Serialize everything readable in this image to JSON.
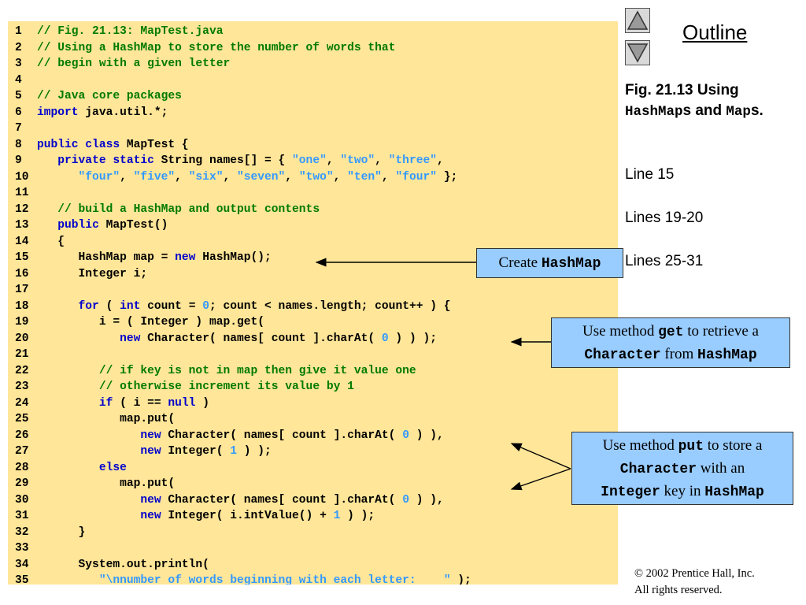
{
  "code": {
    "lines": [
      {
        "n": "1",
        "t": [
          [
            "cm",
            "// Fig. 21.13: MapTest.java"
          ]
        ]
      },
      {
        "n": "2",
        "t": [
          [
            "cm",
            "// Using a HashMap to store the number of words that"
          ]
        ]
      },
      {
        "n": "3",
        "t": [
          [
            "cm",
            "// begin with a given letter"
          ]
        ]
      },
      {
        "n": "4",
        "t": []
      },
      {
        "n": "5",
        "t": [
          [
            "cm",
            "// Java core packages"
          ]
        ]
      },
      {
        "n": "6",
        "t": [
          [
            "kw",
            "import"
          ],
          [
            "plain",
            " java.util.*;"
          ]
        ]
      },
      {
        "n": "7",
        "t": []
      },
      {
        "n": "8",
        "t": [
          [
            "kw",
            "public class"
          ],
          [
            "plain",
            " MapTest {"
          ]
        ]
      },
      {
        "n": "9",
        "t": [
          [
            "plain",
            "   "
          ],
          [
            "kw",
            "private static"
          ],
          [
            "plain",
            " String names[] = { "
          ],
          [
            "str",
            "\"one\""
          ],
          [
            "plain",
            ", "
          ],
          [
            "str",
            "\"two\""
          ],
          [
            "plain",
            ", "
          ],
          [
            "str",
            "\"three\""
          ],
          [
            "plain",
            ","
          ]
        ]
      },
      {
        "n": "10",
        "t": [
          [
            "plain",
            "      "
          ],
          [
            "str",
            "\"four\""
          ],
          [
            "plain",
            ", "
          ],
          [
            "str",
            "\"five\""
          ],
          [
            "plain",
            ", "
          ],
          [
            "str",
            "\"six\""
          ],
          [
            "plain",
            ", "
          ],
          [
            "str",
            "\"seven\""
          ],
          [
            "plain",
            ", "
          ],
          [
            "str",
            "\"two\""
          ],
          [
            "plain",
            ", "
          ],
          [
            "str",
            "\"ten\""
          ],
          [
            "plain",
            ", "
          ],
          [
            "str",
            "\"four\""
          ],
          [
            "plain",
            " };"
          ]
        ]
      },
      {
        "n": "11",
        "t": []
      },
      {
        "n": "12",
        "t": [
          [
            "plain",
            "   "
          ],
          [
            "cm",
            "// build a HashMap and output contents"
          ]
        ]
      },
      {
        "n": "13",
        "t": [
          [
            "plain",
            "   "
          ],
          [
            "kw",
            "public"
          ],
          [
            "plain",
            " MapTest()"
          ]
        ]
      },
      {
        "n": "14",
        "t": [
          [
            "plain",
            "   {"
          ]
        ]
      },
      {
        "n": "15",
        "t": [
          [
            "plain",
            "      HashMap map = "
          ],
          [
            "kw",
            "new"
          ],
          [
            "plain",
            " HashMap();"
          ]
        ]
      },
      {
        "n": "16",
        "t": [
          [
            "plain",
            "      Integer i;"
          ]
        ]
      },
      {
        "n": "17",
        "t": []
      },
      {
        "n": "18",
        "t": [
          [
            "plain",
            "      "
          ],
          [
            "kw",
            "for"
          ],
          [
            "plain",
            " ( "
          ],
          [
            "kw",
            "int"
          ],
          [
            "plain",
            " count = "
          ],
          [
            "num",
            "0"
          ],
          [
            "plain",
            "; count < names.length; count++ ) {"
          ]
        ]
      },
      {
        "n": "19",
        "t": [
          [
            "plain",
            "         i = ( Integer ) map.get("
          ]
        ]
      },
      {
        "n": "20",
        "t": [
          [
            "plain",
            "            "
          ],
          [
            "kw",
            "new"
          ],
          [
            "plain",
            " Character( names[ count ].charAt( "
          ],
          [
            "num",
            "0"
          ],
          [
            "plain",
            " ) ) );"
          ]
        ]
      },
      {
        "n": "21",
        "t": []
      },
      {
        "n": "22",
        "t": [
          [
            "plain",
            "         "
          ],
          [
            "cm",
            "// if key is not in map then give it value one"
          ]
        ]
      },
      {
        "n": "23",
        "t": [
          [
            "plain",
            "         "
          ],
          [
            "cm",
            "// otherwise increment its value by 1"
          ]
        ]
      },
      {
        "n": "24",
        "t": [
          [
            "plain",
            "         "
          ],
          [
            "kw",
            "if"
          ],
          [
            "plain",
            " ( i == "
          ],
          [
            "kw",
            "null"
          ],
          [
            "plain",
            " )"
          ]
        ]
      },
      {
        "n": "25",
        "t": [
          [
            "plain",
            "            map.put("
          ]
        ]
      },
      {
        "n": "26",
        "t": [
          [
            "plain",
            "               "
          ],
          [
            "kw",
            "new"
          ],
          [
            "plain",
            " Character( names[ count ].charAt( "
          ],
          [
            "num",
            "0"
          ],
          [
            "plain",
            " ) ),"
          ]
        ]
      },
      {
        "n": "27",
        "t": [
          [
            "plain",
            "               "
          ],
          [
            "kw",
            "new"
          ],
          [
            "plain",
            " Integer( "
          ],
          [
            "num",
            "1"
          ],
          [
            "plain",
            " ) );"
          ]
        ]
      },
      {
        "n": "28",
        "t": [
          [
            "plain",
            "         "
          ],
          [
            "kw",
            "else"
          ]
        ]
      },
      {
        "n": "29",
        "t": [
          [
            "plain",
            "            map.put("
          ]
        ]
      },
      {
        "n": "30",
        "t": [
          [
            "plain",
            "               "
          ],
          [
            "kw",
            "new"
          ],
          [
            "plain",
            " Character( names[ count ].charAt( "
          ],
          [
            "num",
            "0"
          ],
          [
            "plain",
            " ) ),"
          ]
        ]
      },
      {
        "n": "31",
        "t": [
          [
            "plain",
            "               "
          ],
          [
            "kw",
            "new"
          ],
          [
            "plain",
            " Integer( i.intValue() + "
          ],
          [
            "num",
            "1"
          ],
          [
            "plain",
            " ) );"
          ]
        ]
      },
      {
        "n": "32",
        "t": [
          [
            "plain",
            "      }"
          ]
        ]
      },
      {
        "n": "33",
        "t": []
      },
      {
        "n": "34",
        "t": [
          [
            "plain",
            "      System.out.println("
          ]
        ]
      },
      {
        "n": "35",
        "t": [
          [
            "plain",
            "         "
          ],
          [
            "str",
            "\"\\nnumber of words beginning with each letter:    \""
          ],
          [
            "plain",
            " );"
          ]
        ]
      }
    ]
  },
  "nav": {
    "up_icon": "triangle-up-icon",
    "down_icon": "triangle-down-icon",
    "outline_label": "Outline"
  },
  "sidebar": {
    "title_prefix": "Fig. 21.13   Using ",
    "title_mono1": "HashMap",
    "title_mid": "s and ",
    "title_mono2": "Map",
    "title_suffix": "s.",
    "line_refs": [
      "Line 15",
      "Lines 19-20",
      "Lines 25-31"
    ]
  },
  "callouts": {
    "create": {
      "prefix": "Create ",
      "code": "HashMap"
    },
    "get": {
      "l1_prefix": "Use method ",
      "l1_code": "get",
      "l1_suffix": " to retrieve a",
      "l2_code": "Character",
      "l2_mid": " from ",
      "l2_code2": "HashMap"
    },
    "put": {
      "l1_prefix": "Use method ",
      "l1_code": "put",
      "l1_suffix": " to store a",
      "l2_code": "Character",
      "l2_suffix": " with an",
      "l3_code": "Integer",
      "l3_mid": " key in ",
      "l3_code2": "HashMap"
    }
  },
  "footer": {
    "copyright": "© 2002 Prentice Hall, Inc.",
    "rights": "All rights reserved."
  },
  "colors": {
    "code_bg": "#ffe699",
    "callout_bg": "#99ccff",
    "keyword": "#0000cc",
    "comment": "#007a00",
    "literal": "#3399ff"
  }
}
